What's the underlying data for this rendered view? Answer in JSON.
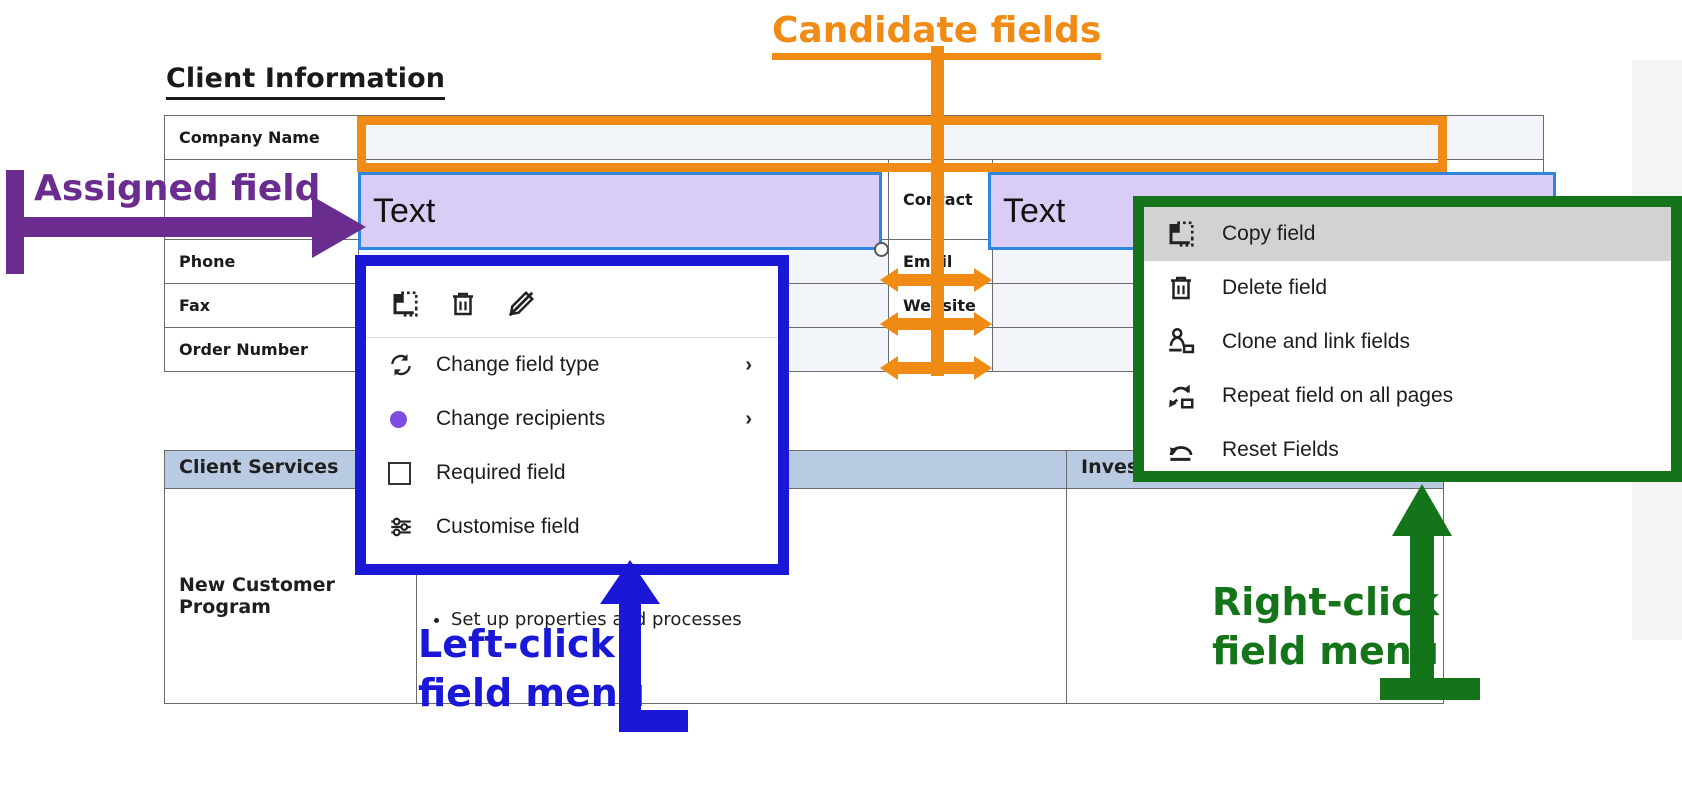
{
  "document": {
    "section_title": "Client Information",
    "client_table": {
      "rows": [
        {
          "label": "Company Name",
          "value": "",
          "type": "candidate"
        },
        {
          "label": "",
          "value": "Text",
          "type": "assigned-wide"
        },
        {
          "label": "Phone",
          "value": "",
          "mid_label": "Email",
          "right_value": "",
          "type": "candidate"
        },
        {
          "label": "Fax",
          "value": "",
          "mid_label": "Website",
          "right_value": "",
          "type": "candidate"
        },
        {
          "label": "Order Number",
          "value": "",
          "mid_label": "",
          "right_value": "",
          "type": "candidate"
        }
      ],
      "contact_label": "Contact",
      "assigned_field_text_left": "Text",
      "assigned_field_text_right": "Text"
    },
    "service_table": {
      "header_left": "Client Services",
      "header_right": "Investment",
      "row_label": "New Customer Program",
      "bullets": [
        "Set up properties and processes"
      ]
    }
  },
  "annotations": {
    "candidate_fields": {
      "label": "Candidate fields",
      "color": "#F08C15"
    },
    "assigned_field": {
      "label": "Assigned field",
      "color": "#6B2C90"
    },
    "left_click_menu": {
      "label_line1": "Left-click",
      "label_line2": "field menu",
      "color": "#1A18D6"
    },
    "right_click_menu": {
      "label_line1": "Right-click",
      "label_line2": "field menu",
      "color": "#14741A"
    }
  },
  "left_click_menu": {
    "toolbar": [
      {
        "name": "copy-field-icon",
        "title": "Copy field"
      },
      {
        "name": "delete-field-icon",
        "title": "Delete field"
      },
      {
        "name": "unassign-field-icon",
        "title": "Unassign field"
      }
    ],
    "items": [
      {
        "label": "Change field type",
        "icon": "change-field-type-icon",
        "submenu": true,
        "chevron": "›"
      },
      {
        "label": "Change recipients",
        "icon": "change-recipients-icon",
        "submenu": true,
        "chevron": "›"
      },
      {
        "label": "Required field",
        "icon": "required-field-checkbox",
        "submenu": false,
        "chevron": ""
      },
      {
        "label": "Customise field",
        "icon": "customise-field-icon",
        "submenu": false,
        "chevron": ""
      }
    ]
  },
  "right_click_menu": {
    "items": [
      {
        "label": "Copy field",
        "icon": "copy-field-icon",
        "highlighted": true
      },
      {
        "label": "Delete field",
        "icon": "delete-field-icon",
        "highlighted": false
      },
      {
        "label": "Clone and link fields",
        "icon": "clone-link-icon",
        "highlighted": false
      },
      {
        "label": "Repeat field on all pages",
        "icon": "repeat-field-icon",
        "highlighted": false
      },
      {
        "label": "Reset Fields",
        "icon": "reset-fields-icon",
        "highlighted": false
      }
    ]
  },
  "colors": {
    "candidate_field_fill": "#F2F6FB",
    "assigned_field_fill": "#D9CDF5",
    "assigned_field_border": "#2F86E0",
    "table_header_fill": "#B9CBE3",
    "orange": "#F08C15",
    "purple": "#6B2C90",
    "blue": "#1A18D6",
    "green": "#14741A",
    "recipient_dot": "#7C4DE0"
  }
}
